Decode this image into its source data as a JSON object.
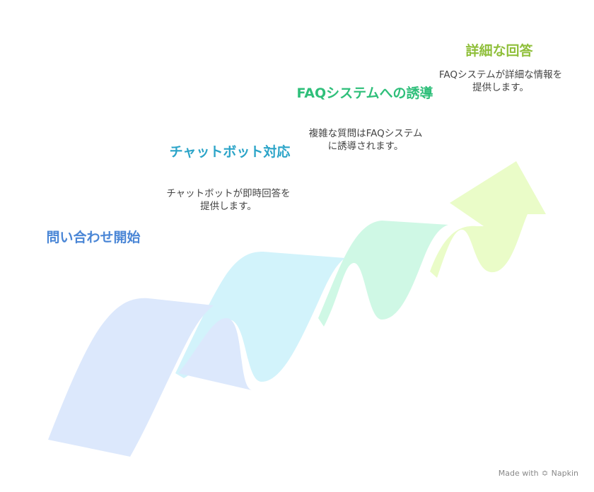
{
  "steps": [
    {
      "title": "問い合わせ開始",
      "description": "",
      "color": "#4a86d6",
      "fill": "#dce8fc"
    },
    {
      "title": "チャットボット対応",
      "description": "チャットボットが即時回答を提供します。",
      "color": "#2ba4c8",
      "fill": "#d2f3fb"
    },
    {
      "title": "FAQシステムへの誘導",
      "description": "複雑な質問はFAQシステムに誘導されます。",
      "color": "#2fbf7a",
      "fill": "#cff8e5"
    },
    {
      "title": "詳細な回答",
      "description": "FAQシステムが詳細な情報を提供します。",
      "color": "#8fbf3a",
      "fill": "#eafcc8"
    }
  ],
  "watermark": {
    "text": "Made with",
    "brand": "Napkin",
    "icon": "napkin-logo-icon"
  }
}
